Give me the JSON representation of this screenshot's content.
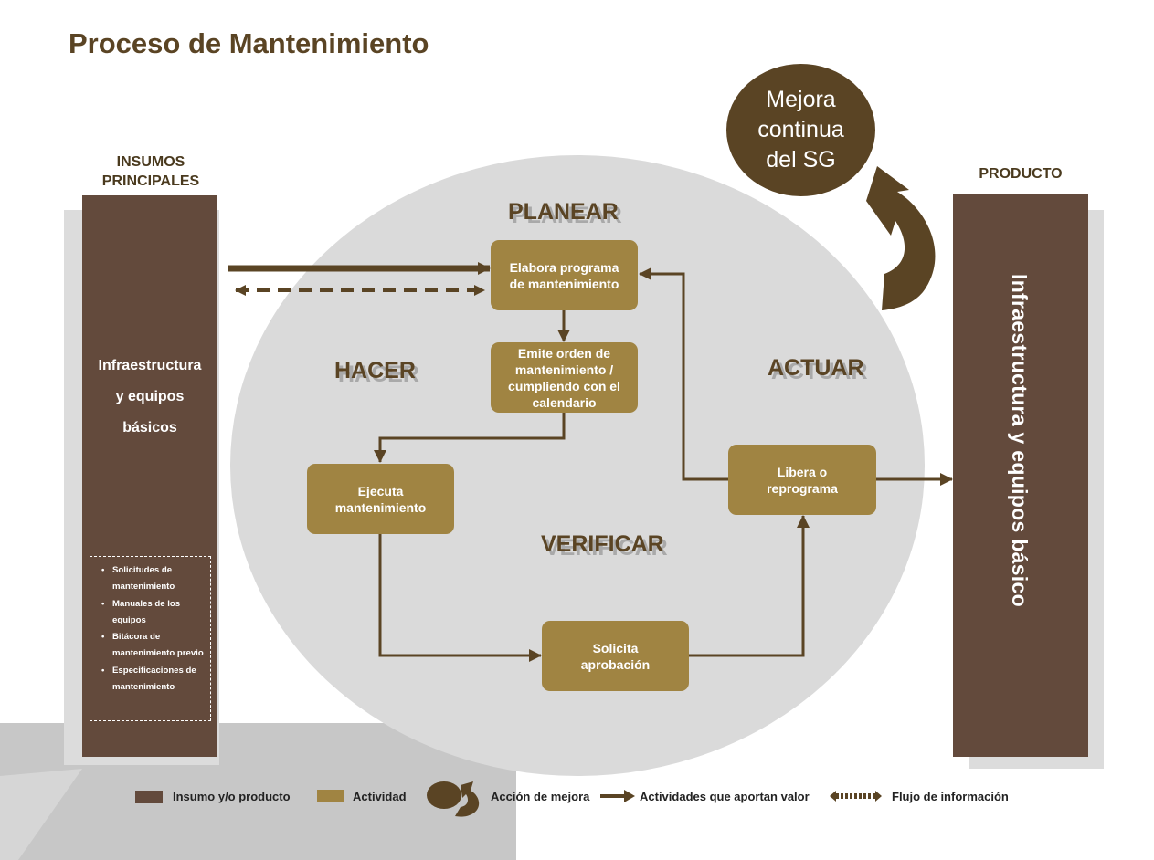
{
  "title": "Proceso de Mantenimiento",
  "inputs": {
    "heading_line1": "INSUMOS",
    "heading_line2": "PRINCIPALES",
    "main_line1": "Infraestructura",
    "main_line2": "y equipos",
    "main_line3": "básicos",
    "list": [
      "Solicitudes de mantenimiento",
      "Manuales de los equipos",
      "Bitácora de mantenimiento previo",
      "Especificaciones de mantenimiento"
    ]
  },
  "product": {
    "heading": "PRODUCTO",
    "text": "Infraestructura y equipos  básico"
  },
  "phases": {
    "planear": "PLANEAR",
    "hacer": "HACER",
    "actuar": "ACTUAR",
    "verificar": "VERIFICAR"
  },
  "activities": {
    "elabora": "Elabora programa de mantenimiento",
    "emite": "Emite orden de mantenimiento / cumpliendo con el calendario",
    "ejecuta": "Ejecuta mantenimiento",
    "solicita": "Solicita aprobación",
    "libera": "Libera o reprograma"
  },
  "mejora": {
    "line1": "Mejora",
    "line2": "continua",
    "line3": "del SG"
  },
  "legend": {
    "insumo": "Insumo y/o producto",
    "actividad": "Actividad",
    "accion": "Acción de mejora",
    "valor": "Actividades que aportan valor",
    "flujo": "Flujo de información"
  },
  "colors": {
    "brown": "#634a3c",
    "activity": "#a08442",
    "dark": "#5a4424",
    "ellipse": "#dadada"
  }
}
